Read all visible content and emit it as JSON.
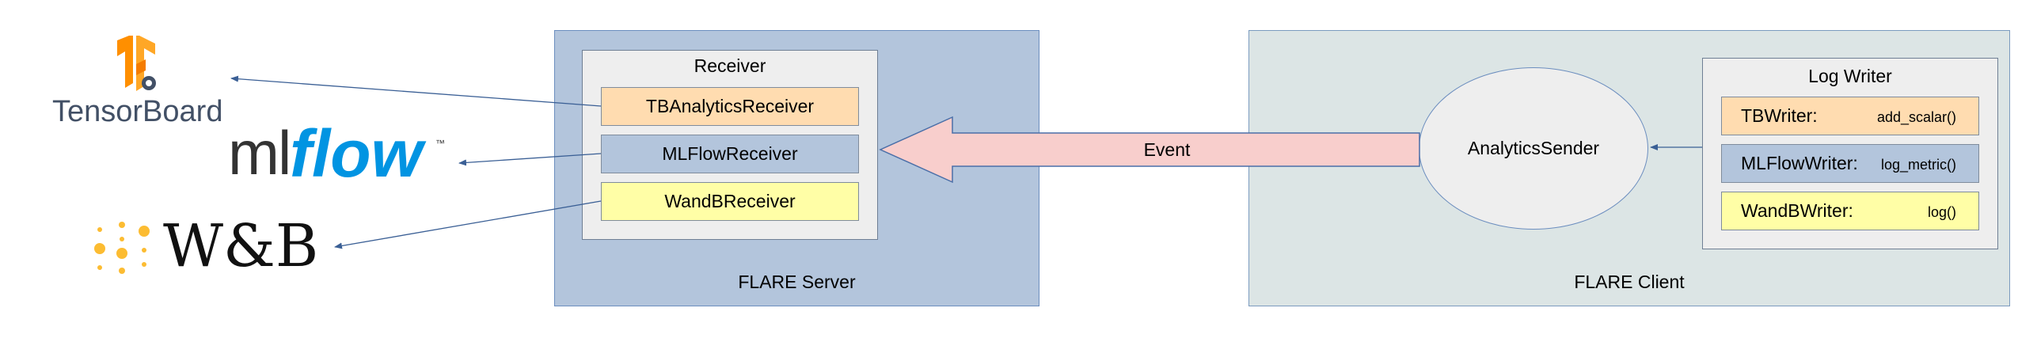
{
  "logos": {
    "tensorboard": {
      "text": "TensorBoard",
      "color": "#425066",
      "accent": "#ff8f00"
    },
    "mlflow": {
      "text_ml": "ml",
      "text_flow": "flow",
      "tm": "™",
      "color_ml": "#333333",
      "color_flow": "#0194e2"
    },
    "wandb": {
      "text": "W&B",
      "dot_color": "#fcbc32"
    }
  },
  "server": {
    "label": "FLARE Server",
    "receiver_title": "Receiver",
    "receivers": [
      {
        "name": "TBAnalyticsReceiver"
      },
      {
        "name": "MLFlowReceiver"
      },
      {
        "name": "WandBReceiver"
      }
    ]
  },
  "event": {
    "label": "Event"
  },
  "client": {
    "label": "FLARE Client",
    "sender": "AnalyticsSender",
    "logwriter_title": "Log Writer",
    "writers": [
      {
        "name": "TBWriter:",
        "method": "add_scalar()"
      },
      {
        "name": "MLFlowWriter:",
        "method": "log_metric()"
      },
      {
        "name": "WandBWriter:",
        "method": "log()"
      }
    ]
  },
  "colors": {
    "server_panel": "#b3c5dc",
    "client_panel": "#dce5e5",
    "box_gray": "#eeeeee",
    "orange": "#ffdcb0",
    "blue": "#b3c5dc",
    "yellow": "#fffea6",
    "event_arrow": "#f8cecc",
    "connector": "#3a5f95"
  }
}
